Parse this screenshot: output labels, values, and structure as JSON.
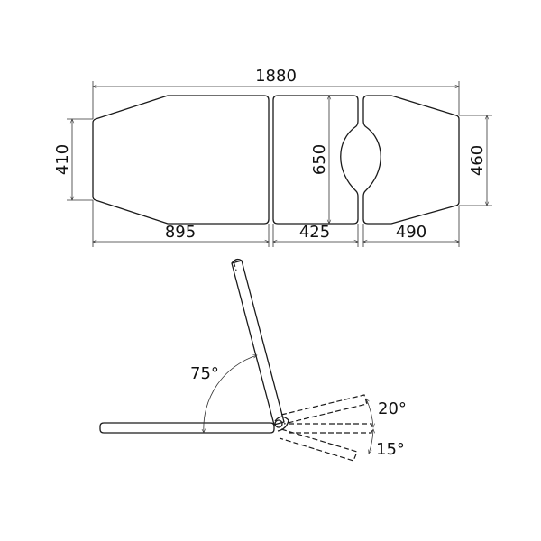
{
  "top_view": {
    "overall_length": "1880",
    "section_a_length": "895",
    "section_b_length": "425",
    "section_c_length": "490",
    "head_width": "410",
    "middle_width": "650",
    "foot_width": "460"
  },
  "side_view": {
    "backrest_angle": "75°",
    "leg_up_angle": "20°",
    "leg_down_angle": "15°"
  }
}
